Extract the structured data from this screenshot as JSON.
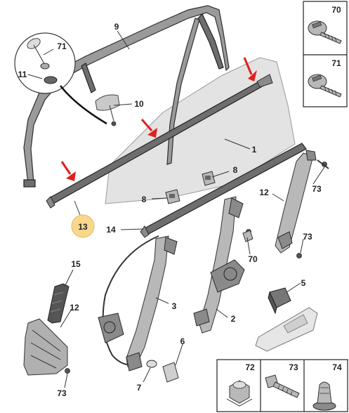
{
  "callouts": [
    {
      "id": "c9",
      "text": "9"
    },
    {
      "id": "c71",
      "text": "71"
    },
    {
      "id": "c11",
      "text": "11"
    },
    {
      "id": "c10",
      "text": "10"
    },
    {
      "id": "c1",
      "text": "1"
    },
    {
      "id": "c8a",
      "text": "8"
    },
    {
      "id": "c8b",
      "text": "8"
    },
    {
      "id": "c73a",
      "text": "73"
    },
    {
      "id": "c12a",
      "text": "12"
    },
    {
      "id": "c13",
      "text": "13"
    },
    {
      "id": "c14",
      "text": "14"
    },
    {
      "id": "c70",
      "text": "70"
    },
    {
      "id": "c73b",
      "text": "73"
    },
    {
      "id": "c5",
      "text": "5"
    },
    {
      "id": "c15",
      "text": "15"
    },
    {
      "id": "c12b",
      "text": "12"
    },
    {
      "id": "c3",
      "text": "3"
    },
    {
      "id": "c2",
      "text": "2"
    },
    {
      "id": "c6",
      "text": "6"
    },
    {
      "id": "c7",
      "text": "7"
    },
    {
      "id": "c73c",
      "text": "73"
    }
  ],
  "fastener_boxes_top": [
    {
      "text": "70"
    },
    {
      "text": "71"
    }
  ],
  "fastener_boxes_bottom": [
    {
      "text": "72"
    },
    {
      "text": "73"
    },
    {
      "text": "74"
    }
  ],
  "highlight_color": "#f9d78e",
  "arrow_color": "#e0201f"
}
